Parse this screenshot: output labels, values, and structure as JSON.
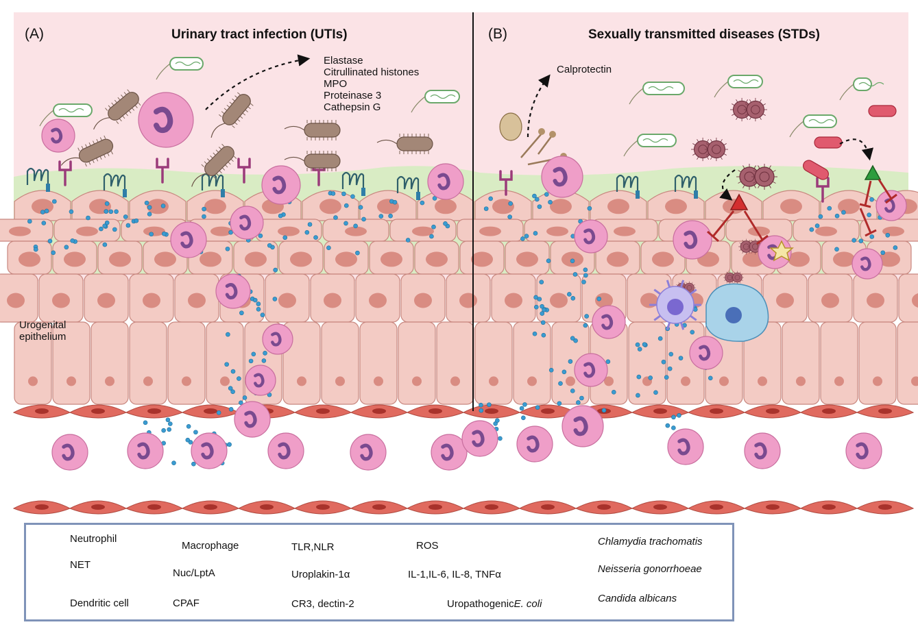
{
  "colors": {
    "lumen": "#fbe3e6",
    "mucus": "#d9ecc4",
    "cell_fill": "#f3cbc4",
    "cell_stroke": "#c8877f",
    "nucleus": "#d98c82",
    "neutrophil": "#ef9ec8",
    "neutrophil_nucleus": "#7a4a8f",
    "cytokine": "#3a9bd1",
    "ecoli": "#a38777",
    "chlamydia": "#e05a6e",
    "neisseria": "#a6606e",
    "tlr": "#9b3b7a",
    "uroplakin": "#2f5f6b",
    "nuc_lpta": "#d32f2f",
    "cpaf": "#2e9d3d",
    "ros": "#f5e6a6",
    "macrophage": "#a9d3e9",
    "dendritic": "#8d7fd8",
    "endothelium": "#e06a5f",
    "legend_border": "#7f93b8"
  },
  "panel_a": {
    "label": "(A)",
    "title": "Urinary tract infection (UTIs)",
    "net_components": [
      "Elastase",
      "Citrullinated histones",
      "MPO",
      "Proteinase 3",
      "Cathepsin G"
    ],
    "tissue_label_line1": "Urogenital",
    "tissue_label_line2": "epithelium"
  },
  "panel_b": {
    "label": "(B)",
    "title": "Sexually transmitted diseases (STDs)",
    "released_label": "Calprotectin"
  },
  "legend": {
    "items": [
      {
        "label": "Neutrophil",
        "icon": "neutrophil-icon"
      },
      {
        "label": "NET",
        "icon": "net-icon"
      },
      {
        "label": "Dendritic cell",
        "icon": "dendritic-cell-icon"
      },
      {
        "label": "Macrophage",
        "icon": "macrophage-icon"
      },
      {
        "label": "Nuc/LptA",
        "icon": "red-triangle-icon"
      },
      {
        "label": "CPAF",
        "icon": "green-triangle-icon"
      },
      {
        "label": "TLR,NLR",
        "icon": "tlr-receptor-icon"
      },
      {
        "label": "Uroplakin-1α",
        "icon": "uroplakin-icon"
      },
      {
        "label": "CR3, dectin-2",
        "icon": "cr3-dectin-icon"
      },
      {
        "label": "ROS",
        "icon": "ros-star-icon"
      },
      {
        "label": "IL-1,IL-6, IL-8, TNFα",
        "icon": "cytokine-dot-icon"
      },
      {
        "label": "Uropathogenic E. coli",
        "label_prefix": "Uropathogenic ",
        "label_italic": "E. coli",
        "icon": "ecoli-icon"
      },
      {
        "label": "Chlamydia trachomatis",
        "icon": "chlamydia-icon",
        "italic": true
      },
      {
        "label": "Neisseria gonorrhoeae",
        "icon": "neisseria-icon",
        "italic": true
      },
      {
        "label": "Candida albicans",
        "icon": "candida-icon",
        "italic": true
      }
    ]
  }
}
